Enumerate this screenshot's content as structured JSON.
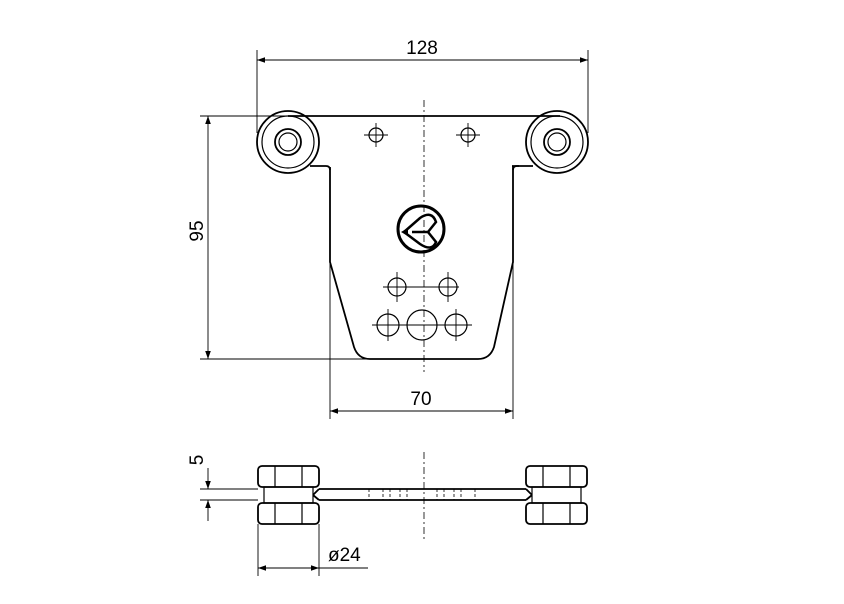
{
  "dimensions": {
    "width_top": "128",
    "height_left": "95",
    "width_bottom": "70",
    "thickness": "5",
    "roller_diameter": "ø24"
  }
}
